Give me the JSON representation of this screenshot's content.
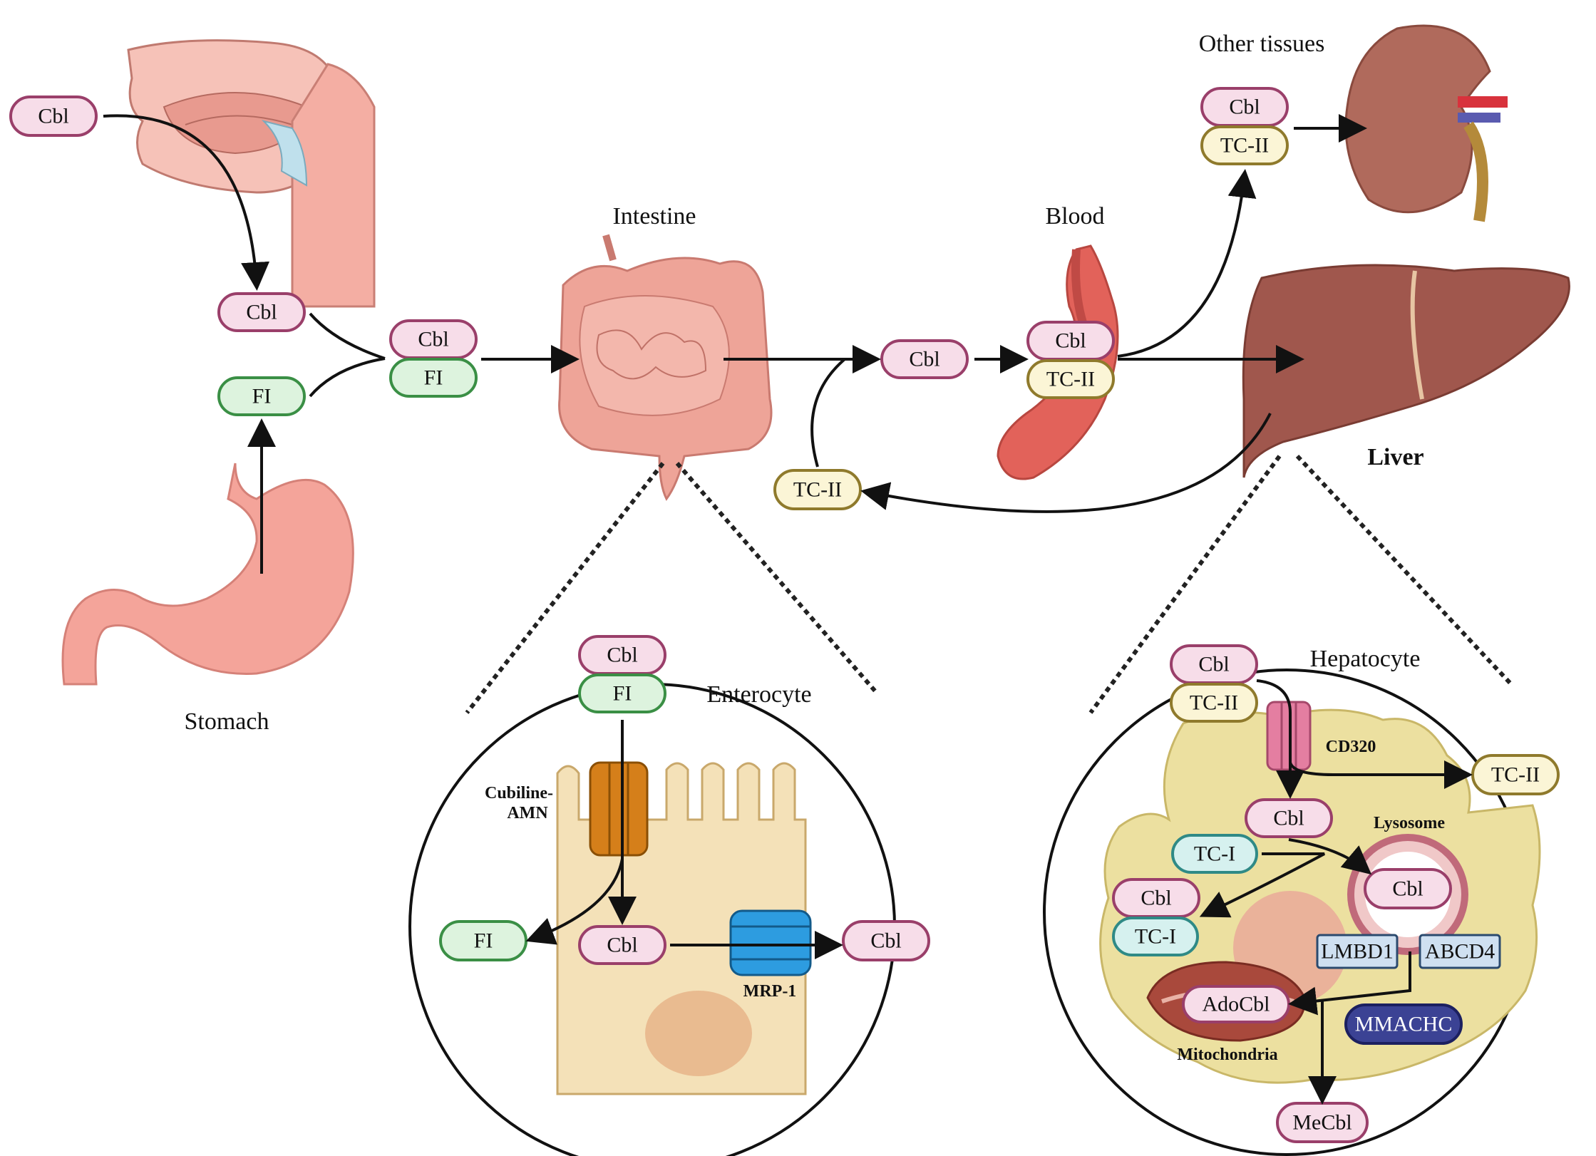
{
  "labels": {
    "stomach": "Stomach",
    "intestine": "Intestine",
    "blood": "Blood",
    "other_tissues": "Other tissues",
    "liver": "Liver",
    "enterocyte": "Enterocyte",
    "hepatocyte": "Hepatocyte",
    "cubiline_amn_1": "Cubiline-",
    "cubiline_amn_2": "AMN",
    "mrp1": "MRP-1",
    "cd320": "CD320",
    "lysosome": "Lysosome",
    "mitochondria": "Mitochondria"
  },
  "molecules": {
    "cbl": "Cbl",
    "fi": "FI",
    "tc2": "TC-II",
    "tc1": "TC-I",
    "lmbd1": "LMBD1",
    "abcd4": "ABCD4",
    "mmachc": "MMACHC",
    "adocbl": "AdoCbl",
    "mecbl": "MeCbl"
  },
  "colors": {
    "cbl": "#f7dde9",
    "fi": "#ddf3de",
    "tc2": "#fbf5d6",
    "tc1": "#d6f1ef",
    "liver": "#a0574d",
    "kidney": "#b06a5c",
    "stomach": "#f2a59c",
    "intestine": "#eda196",
    "cell": "#f4e1b8",
    "hepatocyte_cell": "#ece0a0"
  }
}
